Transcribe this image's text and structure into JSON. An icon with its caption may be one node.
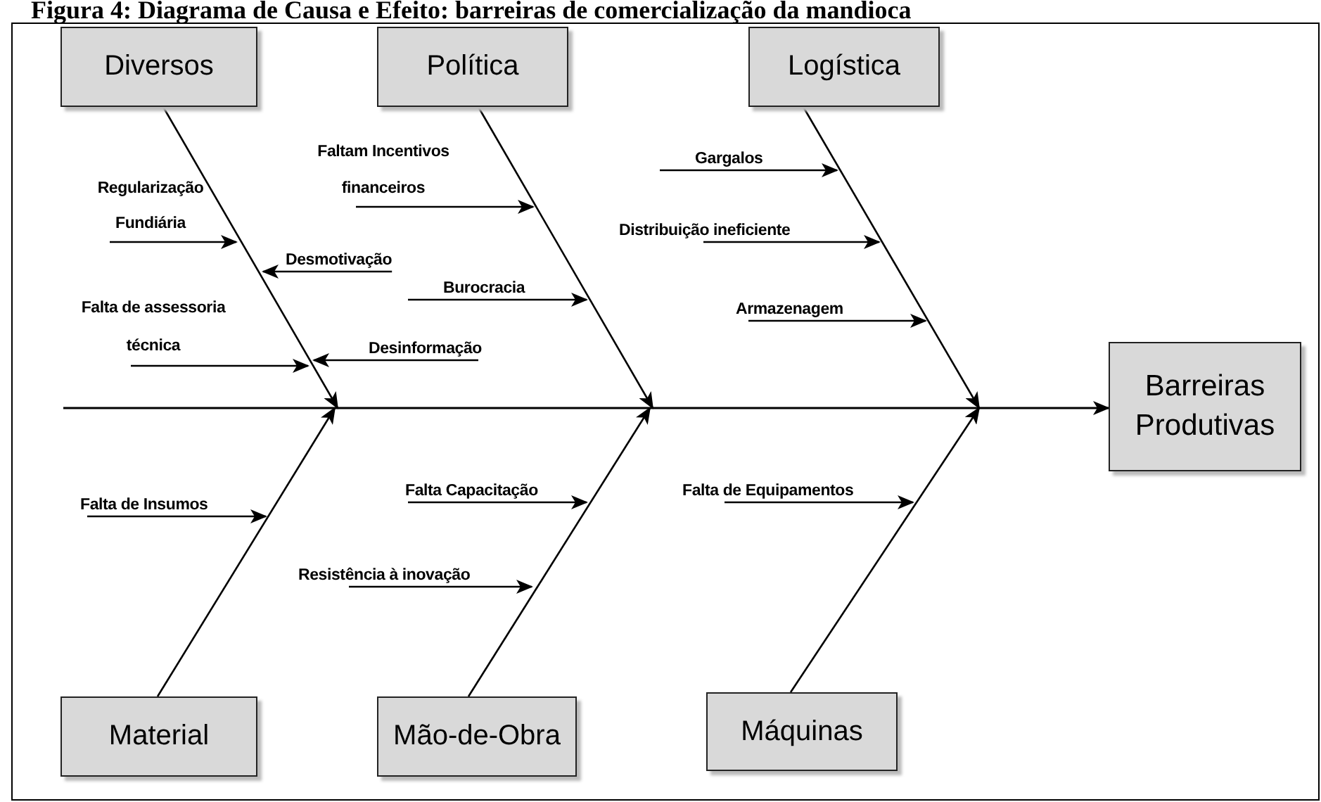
{
  "diagram": {
    "title": "Figura 4: Diagrama de Causa e Efeito: barreiras de comercialização da mandioca",
    "nodes": [
      {
        "text": [
          "Diversos"
        ]
      },
      {
        "text": [
          "Política"
        ]
      },
      {
        "text": [
          "Logística"
        ]
      },
      {
        "text": [
          "Material"
        ]
      },
      {
        "text": [
          "Mão-de-Obra"
        ]
      },
      {
        "text": [
          "Máquinas"
        ]
      },
      {
        "text": [
          "Barreiras Produtivas"
        ]
      },
      {
        "text": [
          "Regularização Fundiária"
        ]
      },
      {
        "text": [
          "Desmotivação"
        ]
      },
      {
        "text": [
          "Falta de assessoria técnica"
        ]
      },
      {
        "text": [
          "Desinformação"
        ]
      },
      {
        "text": [
          "Faltam Incentivos financeiros"
        ]
      },
      {
        "text": [
          "Burocracia"
        ]
      },
      {
        "text": [
          "Gargalos"
        ]
      },
      {
        "text": [
          "Distribuição ineficiente"
        ]
      },
      {
        "text": [
          "Armazenagem"
        ]
      },
      {
        "text": [
          "Falta de Insumos"
        ]
      },
      {
        "text": [
          "Falta Capacitação"
        ]
      },
      {
        "text": [
          "Resistência à inovação"
        ]
      },
      {
        "text": [
          "Falta de Equipamentos"
        ]
      }
    ],
    "edges": [
      {
        "from": null,
        "to": 6,
        "arrow": "to"
      },
      {
        "from": 0,
        "to": null,
        "arrow": "to"
      },
      {
        "from": 1,
        "to": null,
        "arrow": "to"
      },
      {
        "from": 2,
        "to": null,
        "arrow": "to"
      },
      {
        "from": 3,
        "to": null,
        "arrow": "to"
      },
      {
        "from": 4,
        "to": null,
        "arrow": "to"
      },
      {
        "from": 5,
        "to": null,
        "arrow": "to"
      },
      {
        "from": 7,
        "to": null,
        "arrow": "to"
      },
      {
        "from": 8,
        "to": null,
        "arrow": "to"
      },
      {
        "from": 9,
        "to": null,
        "arrow": "to"
      },
      {
        "from": 10,
        "to": null,
        "arrow": "to"
      },
      {
        "from": 11,
        "to": null,
        "arrow": "to"
      },
      {
        "from": 12,
        "to": null,
        "arrow": "to"
      },
      {
        "from": 13,
        "to": null,
        "arrow": "to"
      },
      {
        "from": 14,
        "to": null,
        "arrow": "to"
      },
      {
        "from": 15,
        "to": null,
        "arrow": "to"
      },
      {
        "from": 16,
        "to": null,
        "arrow": "to"
      },
      {
        "from": 17,
        "to": null,
        "arrow": "to"
      },
      {
        "from": 18,
        "to": null,
        "arrow": "to"
      },
      {
        "from": 19,
        "to": null,
        "arrow": "to"
      }
    ]
  }
}
